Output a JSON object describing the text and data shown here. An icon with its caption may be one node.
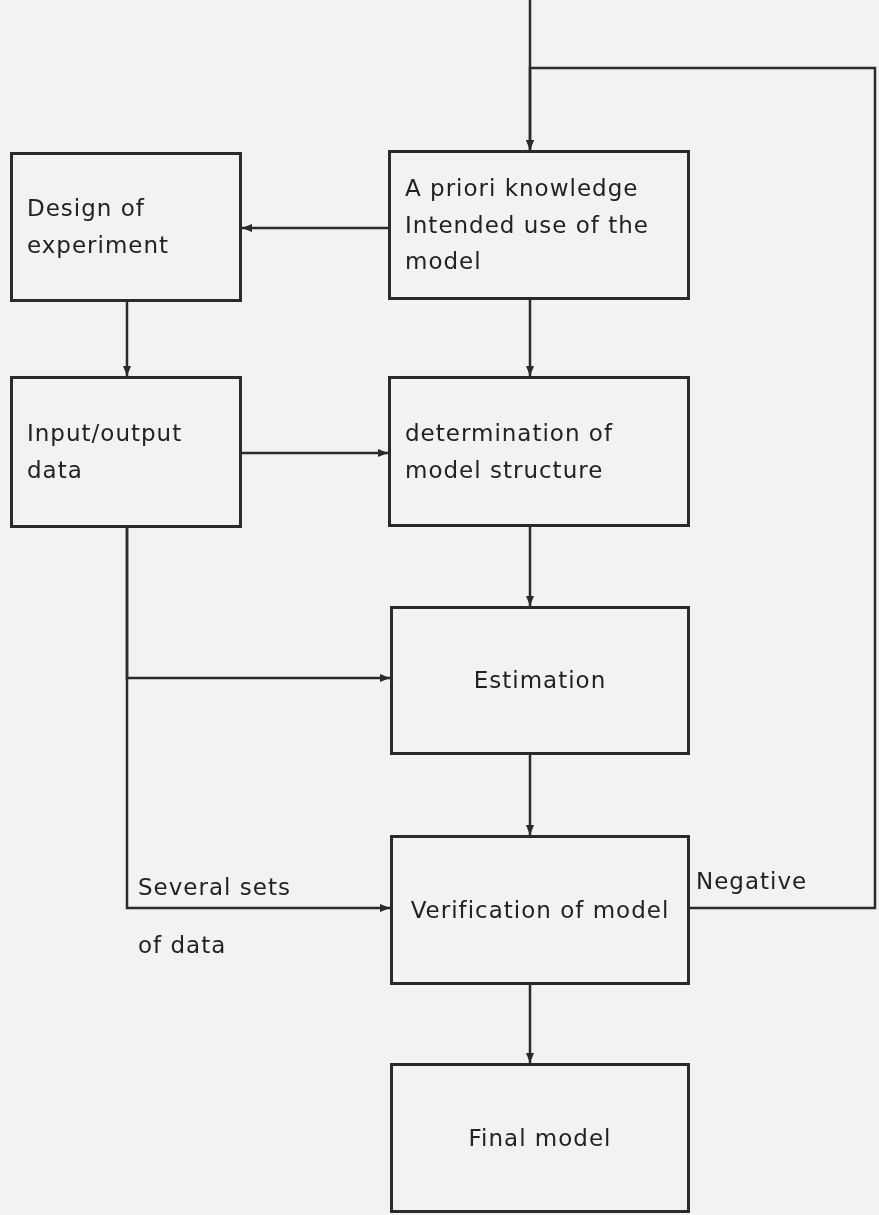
{
  "diagram": {
    "nodes": [
      {
        "text": [
          "Design of experiment"
        ]
      },
      {
        "text": [
          "A priori knowledge",
          "Intended use of the model"
        ]
      },
      {
        "text": [
          "Input/output data"
        ]
      },
      {
        "text": [
          "determination of model structure"
        ]
      },
      {
        "text": [
          "Estimation"
        ]
      },
      {
        "text": [
          "Verification of model"
        ]
      },
      {
        "text": [
          "Final model"
        ]
      }
    ],
    "edges": [
      {
        "from": null,
        "to": 1,
        "arrow": "to"
      },
      {
        "from": 5,
        "to": 1,
        "arrow": "to",
        "label": "Negative"
      },
      {
        "from": 1,
        "to": 0,
        "arrow": "to"
      },
      {
        "from": 0,
        "to": 2,
        "arrow": "to"
      },
      {
        "from": 1,
        "to": 3,
        "arrow": "to"
      },
      {
        "from": 2,
        "to": 3,
        "arrow": "to"
      },
      {
        "from": 3,
        "to": 4,
        "arrow": "to"
      },
      {
        "from": 2,
        "to": 4,
        "arrow": "to"
      },
      {
        "from": 2,
        "to": 5,
        "arrow": "to",
        "label": "Several sets of data"
      },
      {
        "from": 4,
        "to": 5,
        "arrow": "to"
      },
      {
        "from": 5,
        "to": 6,
        "arrow": "to"
      }
    ]
  }
}
